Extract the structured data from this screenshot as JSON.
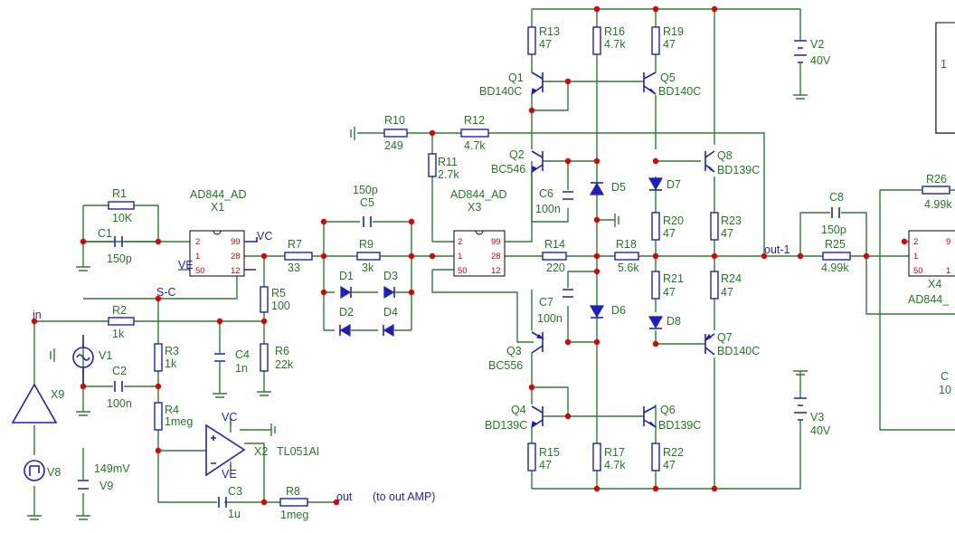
{
  "resistors": [
    {
      "id": "R1",
      "value": "10K"
    },
    {
      "id": "R2",
      "value": "1k"
    },
    {
      "id": "R3",
      "value": "1k"
    },
    {
      "id": "R4",
      "value": "1meg"
    },
    {
      "id": "R5",
      "value": "100"
    },
    {
      "id": "R6",
      "value": "22k"
    },
    {
      "id": "R7",
      "value": "33"
    },
    {
      "id": "R8",
      "value": "1meg"
    },
    {
      "id": "R9",
      "value": "3k"
    },
    {
      "id": "R10",
      "value": "249"
    },
    {
      "id": "R11",
      "value": "2.7k"
    },
    {
      "id": "R12",
      "value": "4.7k"
    },
    {
      "id": "R13",
      "value": "47"
    },
    {
      "id": "R14",
      "value": "220"
    },
    {
      "id": "R15",
      "value": "47"
    },
    {
      "id": "R16",
      "value": "4.7k"
    },
    {
      "id": "R17",
      "value": "4.7k"
    },
    {
      "id": "R18",
      "value": "5.6k"
    },
    {
      "id": "R19",
      "value": "47"
    },
    {
      "id": "R20",
      "value": "47"
    },
    {
      "id": "R21",
      "value": "47"
    },
    {
      "id": "R22",
      "value": "47"
    },
    {
      "id": "R23",
      "value": "47"
    },
    {
      "id": "R24",
      "value": "47"
    },
    {
      "id": "R25",
      "value": "4.99k"
    },
    {
      "id": "R26",
      "value": "4.99k"
    }
  ],
  "capacitors": [
    {
      "id": "C1",
      "value": "150p"
    },
    {
      "id": "C2",
      "value": "100n"
    },
    {
      "id": "C3",
      "value": "1u"
    },
    {
      "id": "C4",
      "value": "1n"
    },
    {
      "id": "C5",
      "value": "150p"
    },
    {
      "id": "C6",
      "value": "100n"
    },
    {
      "id": "C7",
      "value": "100n"
    },
    {
      "id": "C8",
      "value": "150p"
    }
  ],
  "transistors": [
    {
      "id": "Q1",
      "model": "BD140C"
    },
    {
      "id": "Q2",
      "model": "BC546"
    },
    {
      "id": "Q3",
      "model": "BC556"
    },
    {
      "id": "Q4",
      "model": "BD139C"
    },
    {
      "id": "Q5",
      "model": "BD140C"
    },
    {
      "id": "Q6",
      "model": "BD139C"
    },
    {
      "id": "Q7",
      "model": "BD140C"
    },
    {
      "id": "Q8",
      "model": "BD139C"
    }
  ],
  "diodes": [
    "D1",
    "D2",
    "D3",
    "D4",
    "D5",
    "D6",
    "D7",
    "D8"
  ],
  "opamps": [
    {
      "id": "X1",
      "model": "AD844_AD"
    },
    {
      "id": "X2",
      "model": "TL051AI"
    },
    {
      "id": "X3",
      "model": "AD844_AD"
    },
    {
      "id": "X4",
      "model": "AD844_"
    }
  ],
  "sources": [
    {
      "id": "V1"
    },
    {
      "id": "V2",
      "value": "40V"
    },
    {
      "id": "V3",
      "value": "40V"
    },
    {
      "id": "V8"
    },
    {
      "id": "V9",
      "value": "149mV"
    }
  ],
  "buffer": {
    "id": "X9"
  },
  "nets": {
    "in": "in",
    "out": "out",
    "out_note": "(to out AMP)",
    "out1": "out-1",
    "sc": "S-C",
    "vc": "VC",
    "ve": "VE"
  },
  "pins": {
    "p2": "2",
    "p99": "99",
    "p1": "1",
    "p28": "28",
    "p50": "50",
    "p12": "12"
  },
  "partial": {
    "x4_res": "1",
    "x4_cap": "C",
    "x4_cap_val": "10",
    "x4_pin9": "9",
    "x4_pin1": "1"
  }
}
